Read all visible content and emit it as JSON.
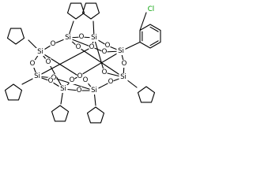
{
  "molecule": {
    "atoms": {
      "si": "Si",
      "o": "O",
      "cl": "Cl"
    },
    "colors": {
      "bond": "#000000",
      "chlorine": "#00a000",
      "background": "#ffffff"
    },
    "substituents": {
      "si_top_left": "cyclopentyl",
      "si_top_right": "cyclopentyl",
      "si_left": "cyclopentyl",
      "si_right": "2-chlorophenyl",
      "si_left_lower": "cyclopentyl",
      "si_right_lower": "cyclopentyl",
      "si_bottom_left": "cyclopentyl",
      "si_bottom_right": "cyclopentyl"
    }
  }
}
